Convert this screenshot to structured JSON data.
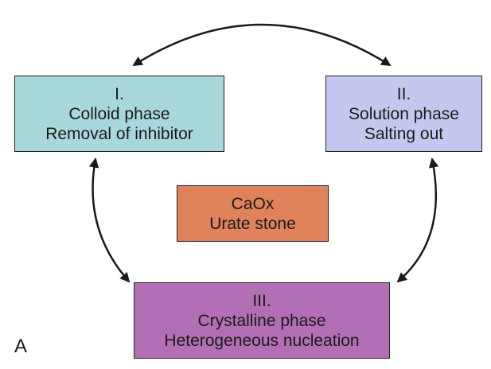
{
  "colors": {
    "colloid": "#a9d8dc",
    "solution": "#c4c8ee",
    "core": "#e0825c",
    "crystalline": "#b36fb6",
    "arrow": "#1a1a1a"
  },
  "phases": {
    "colloid": {
      "numeral": "I.",
      "name": "Colloid phase",
      "detail": "Removal of inhibitor"
    },
    "solution": {
      "numeral": "II.",
      "name": "Solution phase",
      "detail": "Salting out"
    },
    "crystalline": {
      "numeral": "III.",
      "name": "Crystalline phase",
      "detail": "Heterogeneous nucleation"
    }
  },
  "core": {
    "line1": "CaOx",
    "line2": "Urate stone"
  },
  "panel_label": "A"
}
